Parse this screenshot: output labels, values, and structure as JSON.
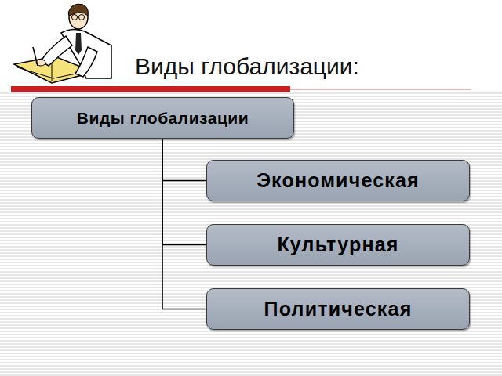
{
  "diagram": {
    "title": "Виды глобализации:",
    "nodes": [
      {
        "text": [
          "Виды глобализации"
        ]
      },
      {
        "text": [
          "Экономическая"
        ]
      },
      {
        "text": [
          "Культурная"
        ]
      },
      {
        "text": [
          "Политическая"
        ]
      }
    ],
    "edges": [
      {
        "from": 0,
        "to": 1,
        "arrow": "none"
      },
      {
        "from": 0,
        "to": 2,
        "arrow": "none"
      },
      {
        "from": 0,
        "to": 3,
        "arrow": "none"
      }
    ]
  }
}
